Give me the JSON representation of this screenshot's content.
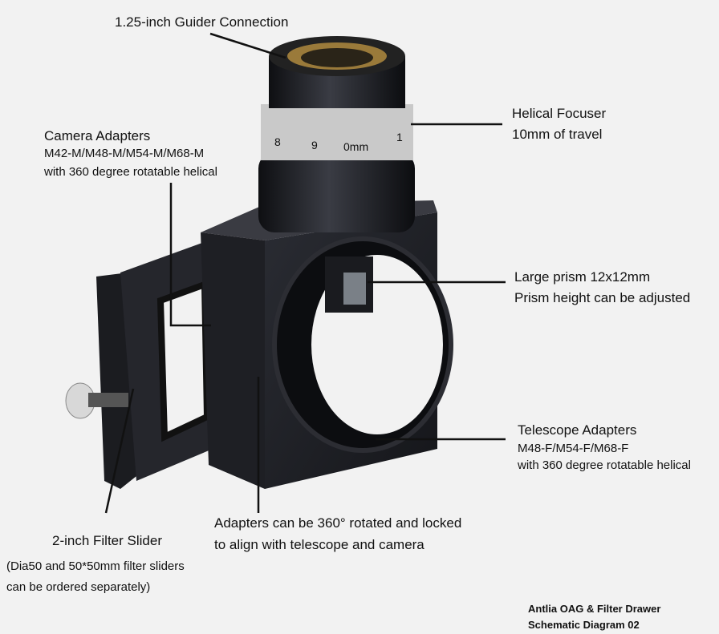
{
  "callouts": {
    "guider": {
      "title": "1.25-inch Guider Connection"
    },
    "focuser": {
      "title": "Helical Focuser",
      "detail": "10mm of travel"
    },
    "camera": {
      "title": "Camera Adapters",
      "models": "M42-M/M48-M/M54-M/M68-M",
      "detail": "with 360 degree rotatable helical"
    },
    "prism": {
      "title": "Large prism 12x12mm",
      "detail": "Prism height can be adjusted"
    },
    "telescope": {
      "title": "Telescope Adapters",
      "models": "M48-F/M54-F/M68-F",
      "detail": "with 360 degree rotatable helical"
    },
    "rotation": {
      "line1": "Adapters can be 360°   rotated and locked",
      "line2": "to align with telescope and camera"
    },
    "slider": {
      "title": "2-inch Filter Slider",
      "note1": "(Dia50 and 50*50mm filter sliders",
      "note2": "can be ordered separately)"
    }
  },
  "caption": {
    "line1": "Antlia OAG & Filter Drawer",
    "line2": "Schematic Diagram 02"
  },
  "focuser_scale": [
    "8",
    "9",
    "0mm",
    "1"
  ],
  "colors": {
    "background": "#f2f2f2",
    "body": "#1c1d22",
    "brass": "#9a7a3a"
  }
}
